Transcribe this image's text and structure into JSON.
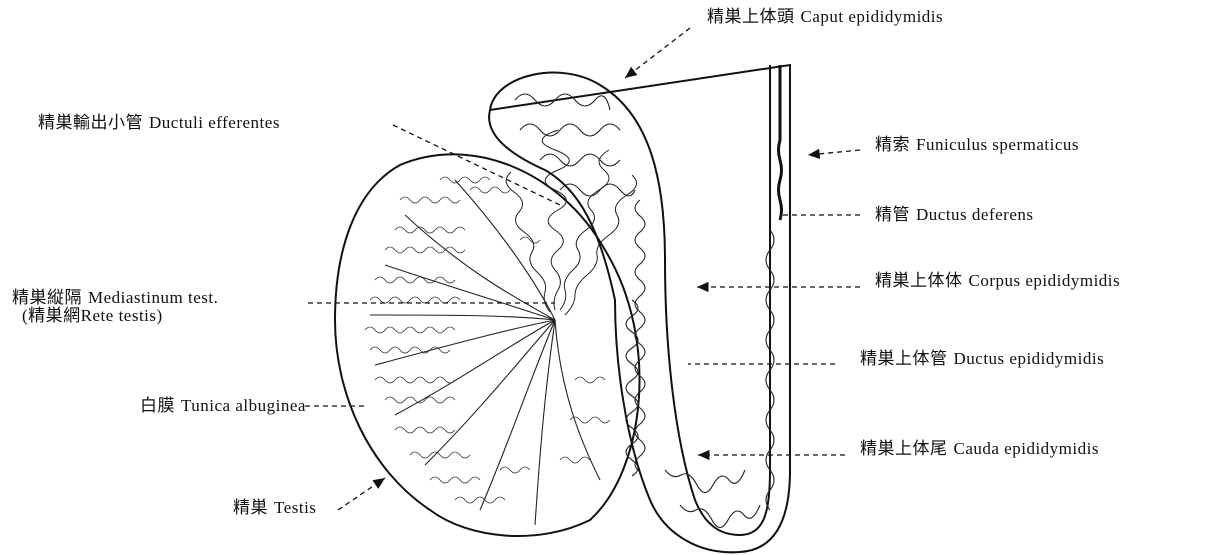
{
  "labels": {
    "caput": {
      "ja": "精巣上体頭",
      "la": "Caput epididymidis"
    },
    "ductuli": {
      "ja": "精巣輸出小管",
      "la": "Ductuli efferentes"
    },
    "funiculus": {
      "ja": "精索",
      "la": "Funiculus spermaticus"
    },
    "deferens": {
      "ja": "精管",
      "la": "Ductus deferens"
    },
    "corpus": {
      "ja": "精巣上体体",
      "la": "Corpus epididymidis"
    },
    "mediastinum": {
      "ja": "精巣縦隔",
      "la": "Mediastinum test."
    },
    "rete": {
      "ja": "(精巣網",
      "la": "Rete testis)"
    },
    "ductus_epi": {
      "ja": "精巣上体管",
      "la": "Ductus epididymidis"
    },
    "tunica": {
      "ja": "白膜",
      "la": "Tunica albuginea"
    },
    "cauda": {
      "ja": "精巣上体尾",
      "la": "Cauda epididymidis"
    },
    "testis": {
      "ja": "精巣",
      "la": "Testis"
    }
  }
}
